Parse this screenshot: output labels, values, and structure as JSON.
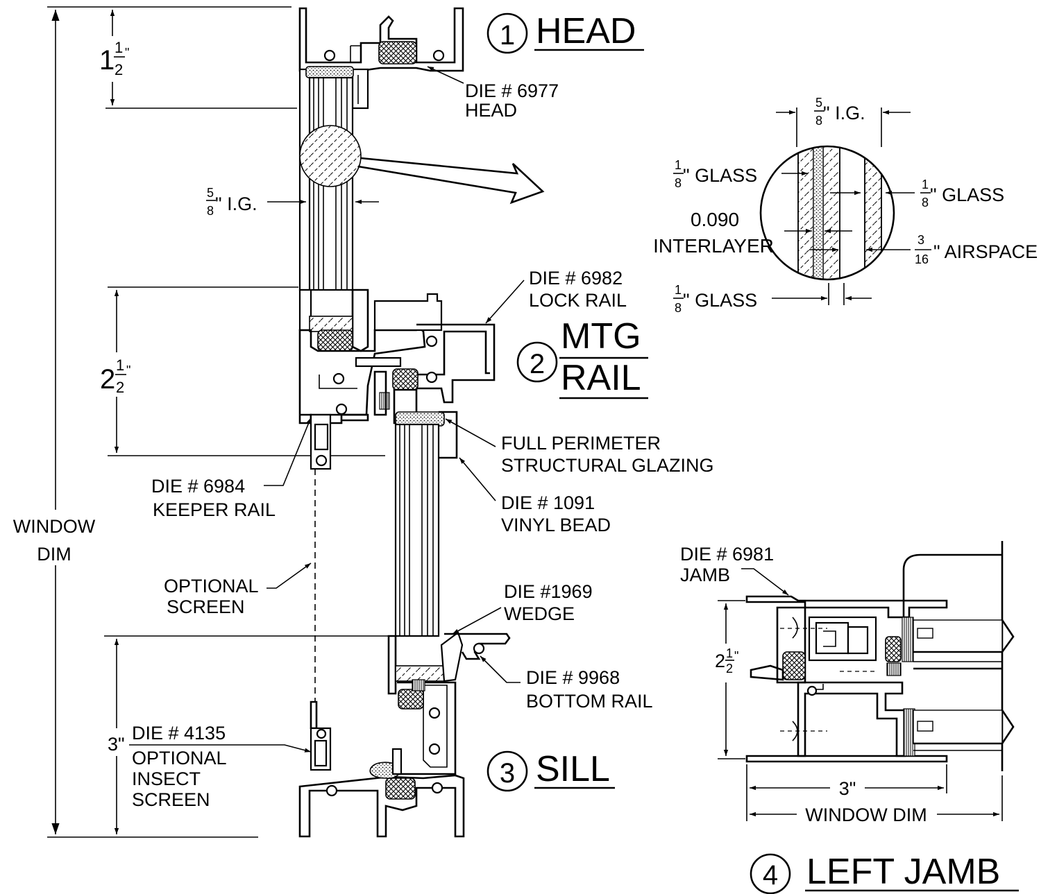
{
  "sections": {
    "head": {
      "number": "1",
      "title": "HEAD"
    },
    "mtg_rail": {
      "number": "2",
      "title_top": "MTG",
      "title_bottom": "RAIL"
    },
    "sill": {
      "number": "3",
      "title": "SILL"
    },
    "left_jamb": {
      "number": "4",
      "title": "LEFT JAMB"
    }
  },
  "dimensions": {
    "head_height": {
      "whole": "1",
      "num": "1",
      "den": "2",
      "unit": "\""
    },
    "mtg_height": {
      "whole": "2",
      "num": "1",
      "den": "2",
      "unit": "\""
    },
    "sill_height": {
      "value": "3\""
    },
    "window_dim": [
      "WINDOW",
      "DIM"
    ],
    "ig_left": {
      "num": "5",
      "den": "8",
      "text": "\" I.G."
    },
    "jamb_height": {
      "whole": "2",
      "num": "1",
      "den": "2",
      "unit": "\""
    },
    "jamb_width": {
      "value": "3\""
    },
    "jamb_window_dim": "WINDOW DIM"
  },
  "callouts": {
    "die_6977": [
      "DIE # 6977",
      "HEAD"
    ],
    "die_6982": [
      "DIE # 6982",
      "LOCK RAIL"
    ],
    "full_perimeter": [
      "FULL PERIMETER",
      "STRUCTURAL GLAZING"
    ],
    "die_1091": [
      "DIE # 1091",
      "VINYL BEAD"
    ],
    "die_6984": [
      "DIE # 6984",
      "KEEPER RAIL"
    ],
    "optional_screen": [
      "OPTIONAL",
      "SCREEN"
    ],
    "die_1969": [
      "DIE #1969",
      "WEDGE"
    ],
    "die_9968": [
      "DIE # 9968",
      "BOTTOM RAIL"
    ],
    "die_4135": [
      "DIE # 4135",
      "OPTIONAL",
      "INSECT",
      "SCREEN"
    ],
    "die_6981": [
      "DIE # 6981",
      "JAMB"
    ]
  },
  "glass_detail": {
    "ig_top": {
      "num": "5",
      "den": "8",
      "text": "\" I.G."
    },
    "glass_top_left": {
      "num": "1",
      "den": "8",
      "text": "\" GLASS"
    },
    "glass_right": {
      "num": "1",
      "den": "8",
      "text": "\" GLASS"
    },
    "glass_bottom_left": {
      "num": "1",
      "den": "8",
      "text": "\" GLASS"
    },
    "interlayer": [
      "0.090",
      "INTERLAYER"
    ],
    "airspace": {
      "num": "3",
      "den": "16",
      "text": "\" AIRSPACE"
    }
  }
}
